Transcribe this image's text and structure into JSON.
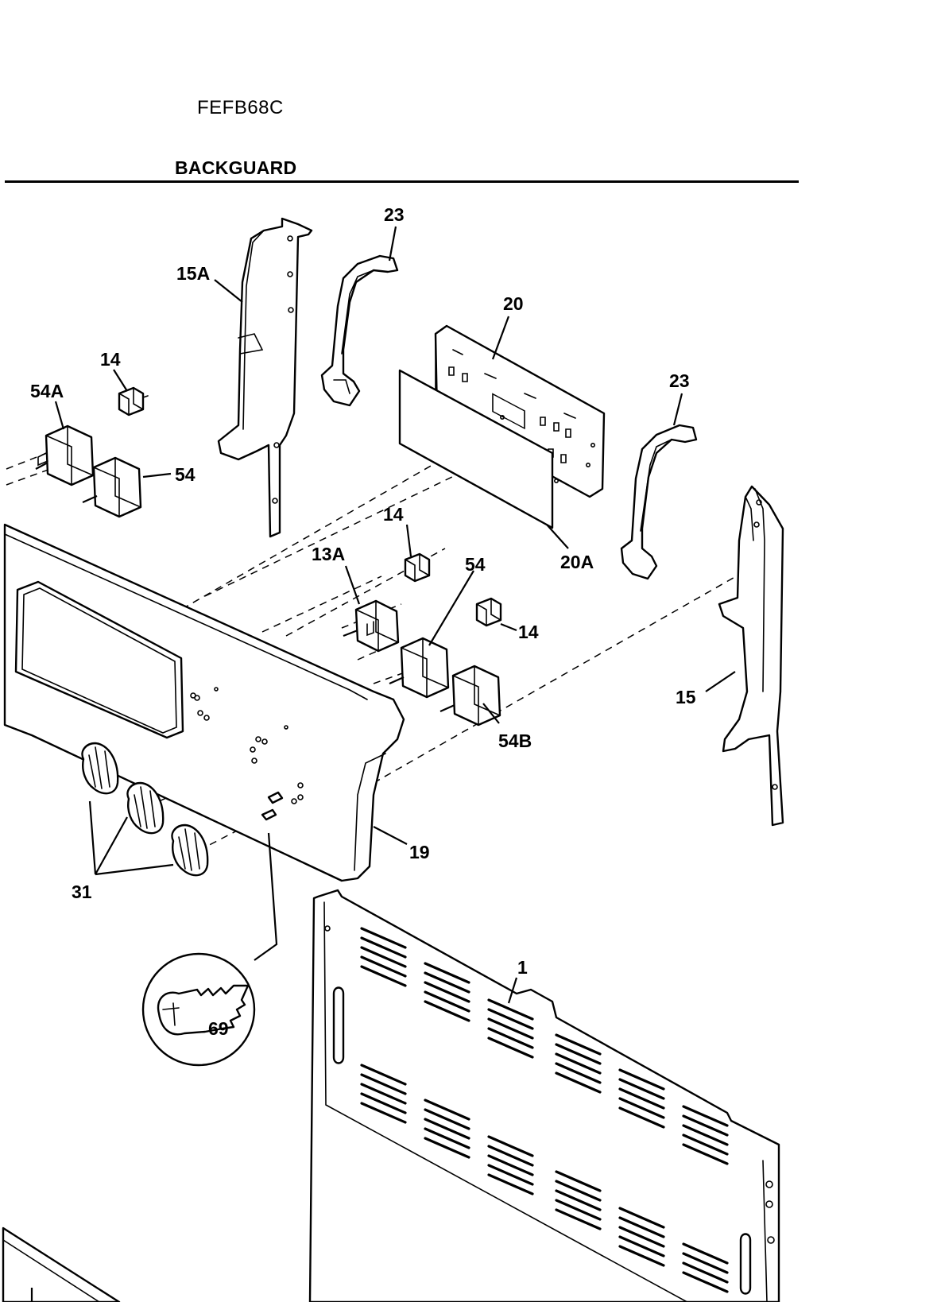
{
  "header": {
    "model": "FEFB68C",
    "section": "BACKGUARD"
  },
  "callouts": {
    "c15A": "15A",
    "c23_top": "23",
    "c20": "20",
    "c23_right": "23",
    "c14_left": "14",
    "c54A": "54A",
    "c54_left": "54",
    "c14_mid": "14",
    "c13A": "13A",
    "c54_mid": "54",
    "c20A": "20A",
    "c14_right": "14",
    "c15": "15",
    "c54B": "54B",
    "c19": "19",
    "c31": "31",
    "c1": "1",
    "c69": "69"
  }
}
